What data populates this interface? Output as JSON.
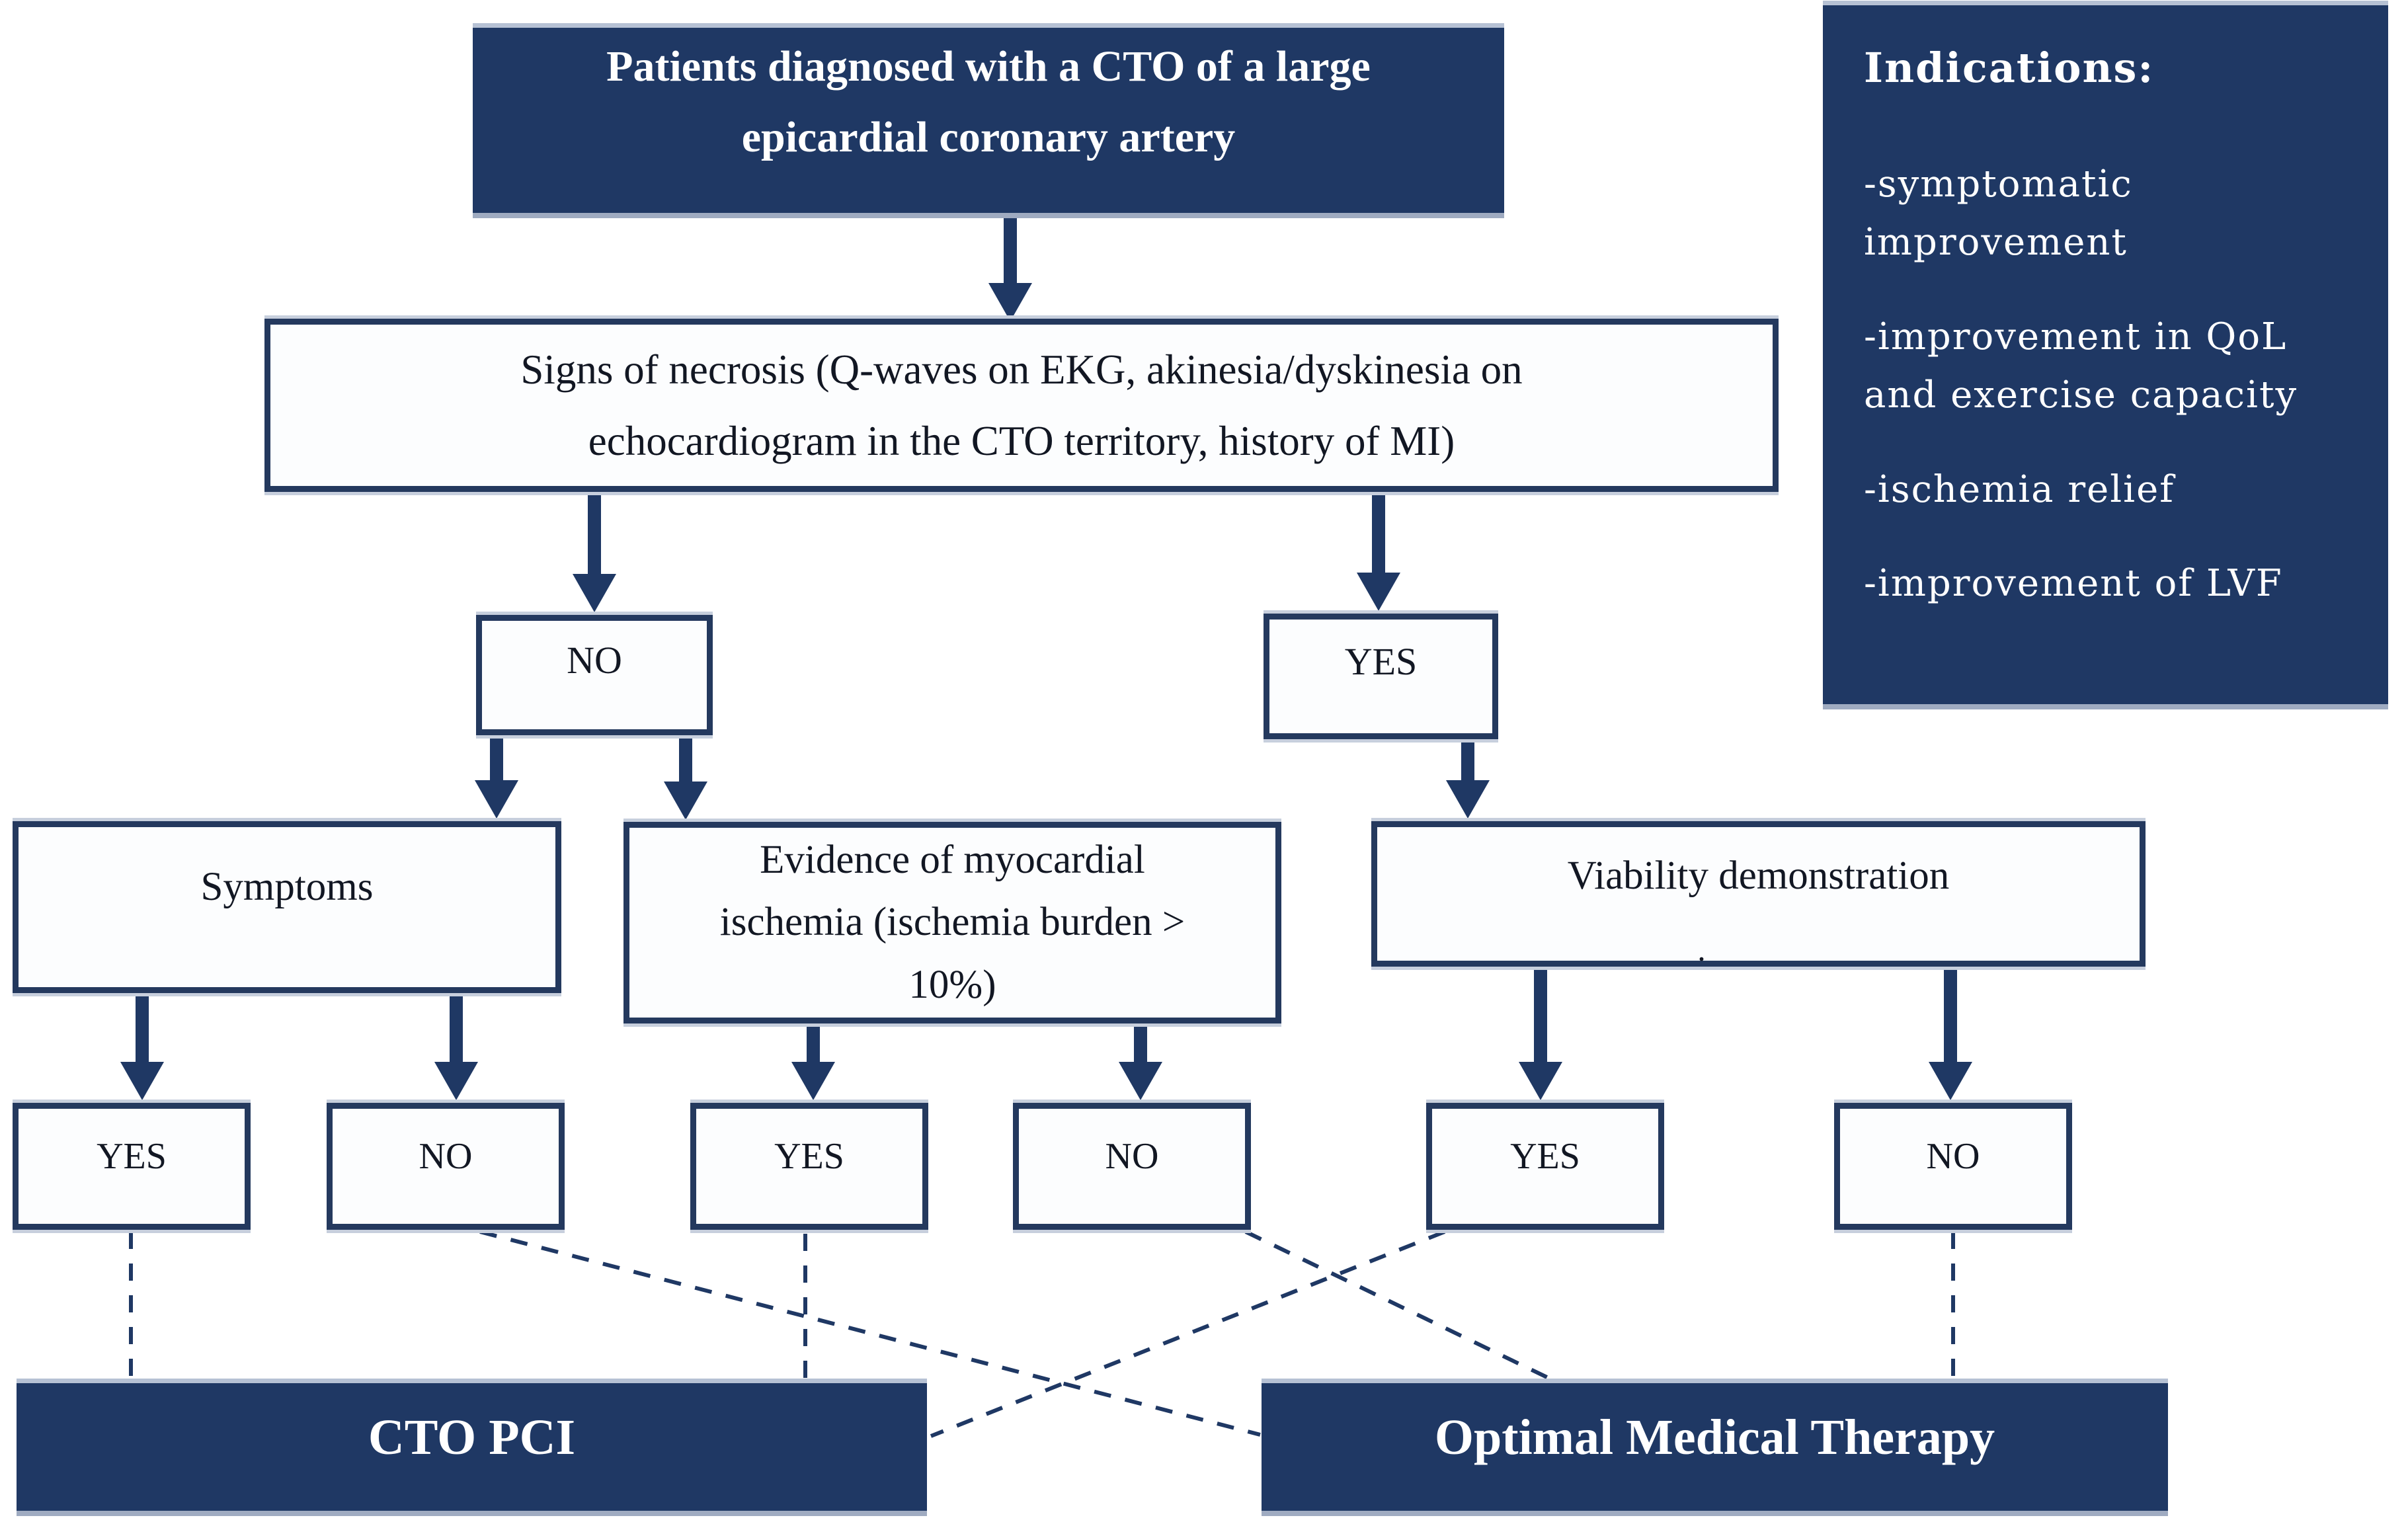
{
  "colors": {
    "navy": "#1F3864",
    "border": "#24395E",
    "line": "#1F3864",
    "box_fill": "#FCFDFE",
    "highlight": "#B6C1D4"
  },
  "nodes": {
    "patients": "Patients diagnosed with a CTO of a large epicardial coronary artery",
    "necrosis": "Signs of necrosis (Q-waves on EKG, akinesia/dyskinesia on echocardiogram in the CTO territory, history of MI)",
    "necrosis_no": "NO",
    "necrosis_yes": "YES",
    "symptoms": "Symptoms",
    "ischemia": "Evidence of myocardial ischemia (ischemia burden > 10%)",
    "viability": "Viability demonstration",
    "viability_dot": ".",
    "symptoms_yes": "YES",
    "symptoms_no": "NO",
    "ischemia_yes": "YES",
    "ischemia_no": "NO",
    "viability_yes": "YES",
    "viability_no": "NO",
    "cto_pci": "CTO PCI",
    "omt": "Optimal Medical Therapy"
  },
  "indications": {
    "heading": "Indications:",
    "items": [
      "-symptomatic improvement",
      "-improvement in QoL and exercise capacity",
      "-ischemia relief",
      "-improvement of LVF"
    ]
  }
}
